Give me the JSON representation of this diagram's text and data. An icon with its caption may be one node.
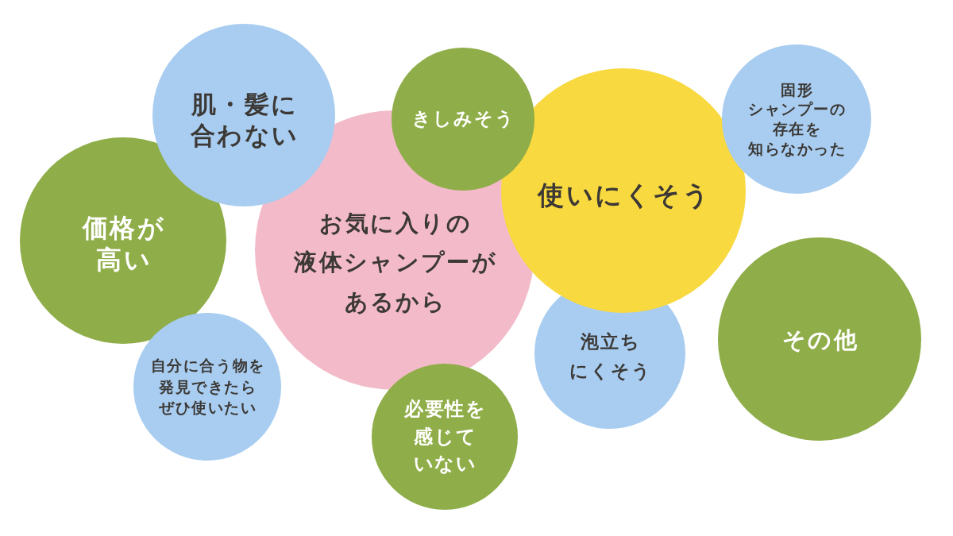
{
  "diagram": {
    "nodes": [
      {
        "text": [
          "肌・髪に合わない"
        ]
      },
      {
        "text": [
          "きしみそう"
        ]
      },
      {
        "text": [
          "固形シャンプーの存在を知らなかった"
        ]
      },
      {
        "text": [
          "使いにくそう"
        ]
      },
      {
        "text": [
          "価格が高い"
        ]
      },
      {
        "text": [
          "お気に入りの液体シャンプーがあるから"
        ]
      },
      {
        "text": [
          "泡立ちにくそう"
        ]
      },
      {
        "text": [
          "その他"
        ]
      },
      {
        "text": [
          "自分に合う物を発見できたらぜひ使いたい"
        ]
      },
      {
        "text": [
          "必要性を感じていない"
        ]
      }
    ]
  }
}
